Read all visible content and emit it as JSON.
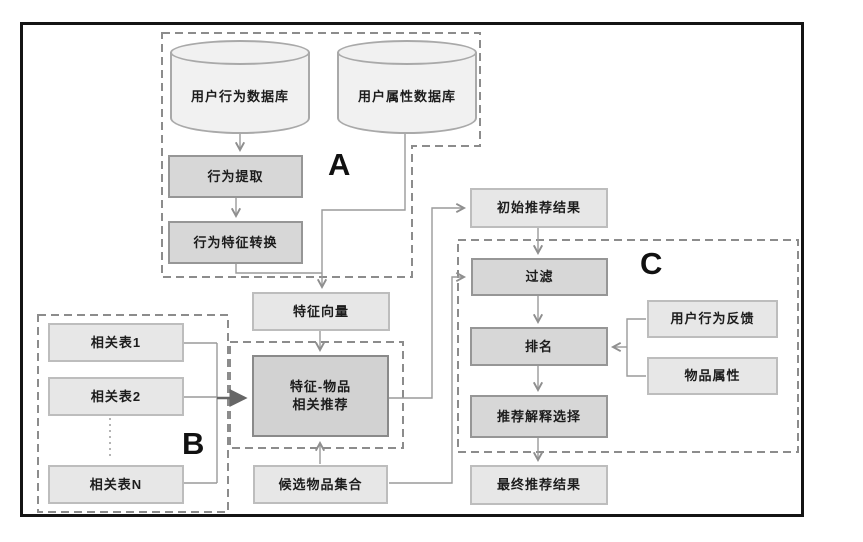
{
  "sections": {
    "a": "A",
    "b": "B",
    "c": "C"
  },
  "nodes": {
    "db_behavior": "用户行为数据库",
    "db_attribute": "用户属性数据库",
    "behavior_extract": "行为提取",
    "behavior_feature_convert": "行为特征转换",
    "feature_vector": "特征向量",
    "feature_item_rec_line1": "特征-物品",
    "feature_item_rec_line2": "相关推荐",
    "candidate_items": "候选物品集合",
    "related_table_1": "相关表1",
    "related_table_2": "相关表2",
    "related_table_n": "相关表N",
    "initial_result": "初始推荐结果",
    "filter": "过滤",
    "rank": "排名",
    "explain_select": "推荐解释选择",
    "final_result": "最终推荐结果",
    "user_behavior_feedback": "用户行为反馈",
    "item_attribute": "物品属性"
  },
  "colors": {
    "frame_border": "#141414",
    "light_box_fill": "#e7e7e7",
    "light_box_border": "#bdbdbd",
    "dark_box_fill": "#d7d7d7",
    "dark_box_border": "#969696",
    "cylinder_fill": "#f1f1f1",
    "cylinder_border": "#a9a9a9",
    "dashed_border": "#8c8c8c",
    "connector_line": "#9a9a9a",
    "thick_arrow": "#666666",
    "text": "#1c1c1c"
  }
}
